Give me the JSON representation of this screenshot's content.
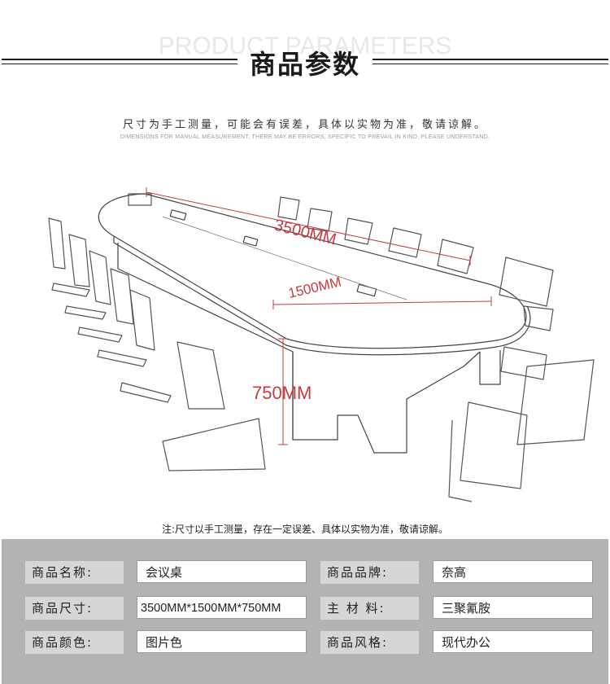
{
  "header": {
    "ghost_text": "PRODUCT PARAMETERS",
    "title": "商品参数",
    "subtitle_cn": "尺寸为手工测量，可能会有误差，具体以实物为准，敬请谅解。",
    "subtitle_en": "DIMENSIONS FOR MANUAL MEASUREMENT, THERE MAY BE ERRORS, SPECIFIC TO PREVAIL IN KIND, PLEASE UNDERSTAND."
  },
  "drawing": {
    "length_label": "3500MM",
    "width_label": "1500MM",
    "height_label": "750MM",
    "accent_color": "#c83a3a"
  },
  "note": "注:尺寸以手工测量，存在一定误差、具体以实物为准，敬请谅解。",
  "params": {
    "name_label": "商品名称:",
    "name_value": "会议桌",
    "brand_label": "商品品牌:",
    "brand_value": "奈高",
    "size_label": "商品尺寸:",
    "size_value": "3500MM*1500MM*750MM",
    "material_label": "主 材 料:",
    "material_value": "三聚氰胺",
    "color_label": "商品颜色:",
    "color_value": "图片色",
    "style_label": "商品风格:",
    "style_value": "现代办公"
  }
}
